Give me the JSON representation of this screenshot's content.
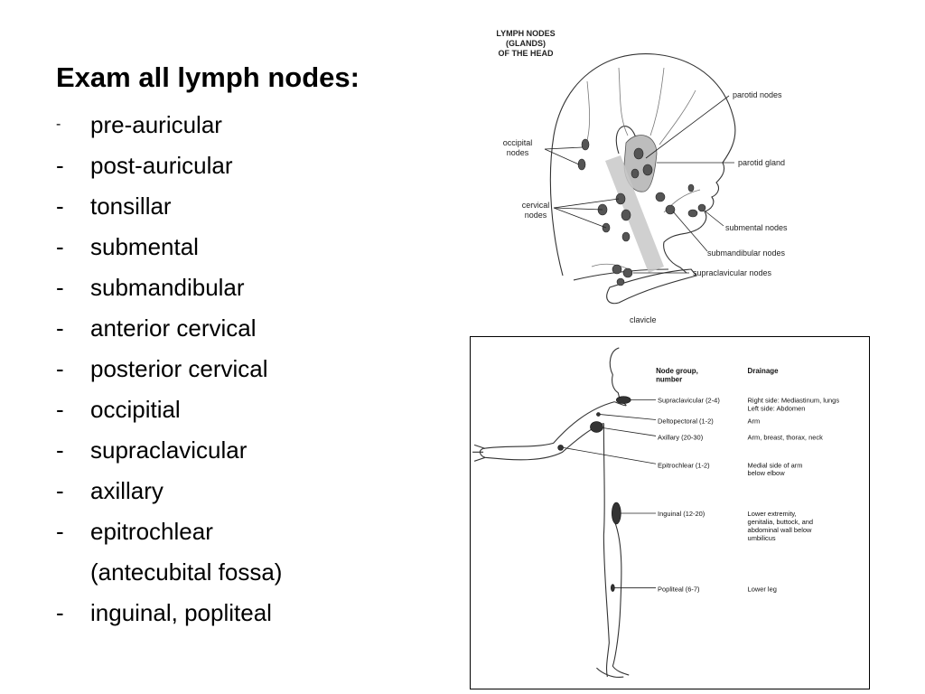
{
  "slide": {
    "title": "Exam all lymph nodes:",
    "items": [
      {
        "dash": "-",
        "text": "pre-auricular",
        "small_dash": true
      },
      {
        "dash": "-",
        "text": "post-auricular"
      },
      {
        "dash": "-",
        "text": "tonsillar"
      },
      {
        "dash": "-",
        "text": "submental"
      },
      {
        "dash": "-",
        "text": "submandibular"
      },
      {
        "dash": "-",
        "text": "anterior cervical"
      },
      {
        "dash": "-",
        "text": "posterior cervical"
      },
      {
        "dash": "-",
        "text": "occipitial"
      },
      {
        "dash": "-",
        "text": "supraclavicular"
      },
      {
        "dash": "-",
        "text": "axillary"
      },
      {
        "dash": "-",
        "text": "epitrochlear"
      }
    ],
    "continuation": "(antecubital fossa)",
    "last_item": {
      "dash": "-",
      "text": "inguinal, popliteal"
    }
  },
  "head_figure": {
    "title_lines": [
      "LYMPH NODES",
      "(GLANDS)",
      "OF THE HEAD"
    ],
    "labels": {
      "parotid_nodes": "parotid nodes",
      "occipital_line1": "occipital",
      "occipital_line2": "nodes",
      "parotid_gland": "parotid gland",
      "cervical_line1": "cervical",
      "cervical_line2": "nodes",
      "submental_nodes": "submental nodes",
      "submandibular_nodes": "submandibular nodes",
      "supraclavicular_nodes": "supraclavicular nodes",
      "clavicle": "clavicle"
    }
  },
  "body_figure": {
    "header_node_group_line1": "Node group,",
    "header_node_group_line2": "number",
    "header_drainage": "Drainage",
    "rows": [
      {
        "group": "Supraclavicular (2-4)",
        "drainage_lines": [
          "Right side: Mediastinum, lungs",
          "Left side: Abdomen"
        ]
      },
      {
        "group": "Deltopectoral (1-2)",
        "drainage_lines": [
          "Arm"
        ]
      },
      {
        "group": "Axillary (20-30)",
        "drainage_lines": [
          "Arm, breast, thorax, neck"
        ]
      },
      {
        "group": "Epitrochlear (1-2)",
        "drainage_lines": [
          "Medial side of arm",
          "below elbow"
        ]
      },
      {
        "group": "Inguinal (12-20)",
        "drainage_lines": [
          "Lower extremity,",
          "genitalia, buttock, and",
          "abdominal wall below",
          "umbilicus"
        ]
      },
      {
        "group": "Popliteal (6-7)",
        "drainage_lines": [
          "Lower leg"
        ]
      }
    ]
  }
}
